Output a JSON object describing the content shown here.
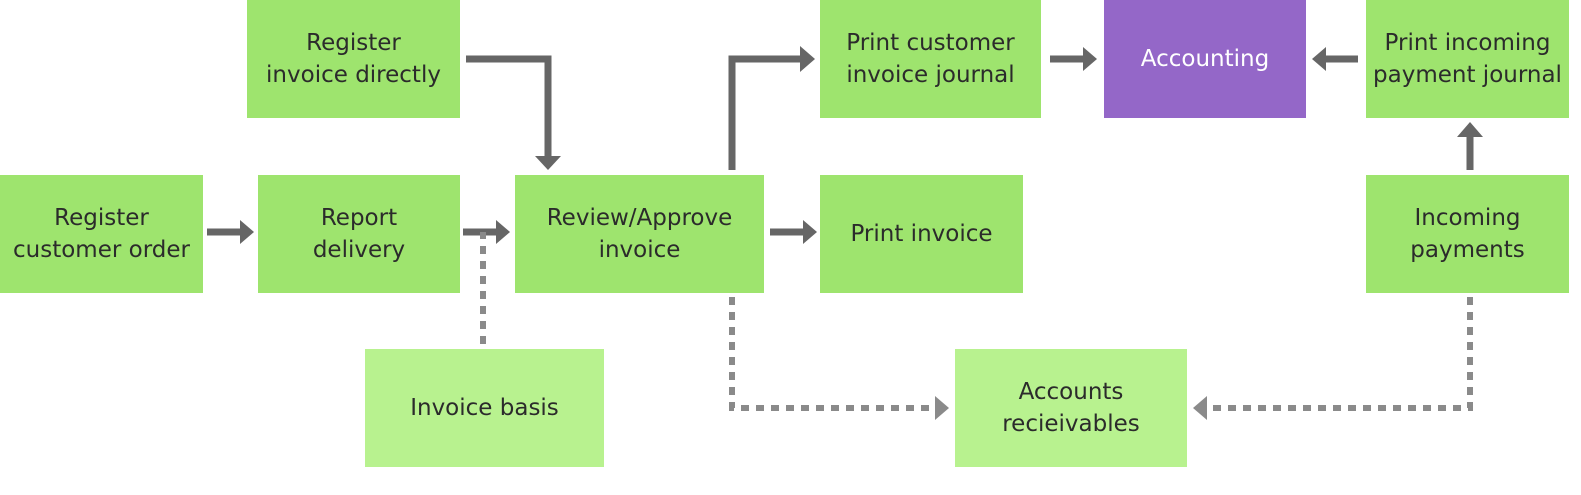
{
  "nodes": {
    "register_invoice_directly": {
      "line1": "Register",
      "line2": "invoice directly"
    },
    "register_customer_order": {
      "line1": "Register",
      "line2": "customer order"
    },
    "report_delivery": {
      "line1": "Report",
      "line2": "delivery"
    },
    "review_approve_invoice": {
      "line1": "Review/Approve",
      "line2": "invoice"
    },
    "print_customer_invoice_journal": {
      "line1": "Print customer",
      "line2": "invoice journal"
    },
    "accounting": {
      "label": "Accounting"
    },
    "print_incoming_payment_journal": {
      "line1": "Print incoming",
      "line2": "payment journal"
    },
    "print_invoice": {
      "label": "Print invoice"
    },
    "incoming_payments": {
      "line1": "Incoming",
      "line2": "payments"
    },
    "invoice_basis": {
      "label": "Invoice basis"
    },
    "accounts_recieivables": {
      "line1": "Accounts",
      "line2": "recieivables"
    }
  },
  "colors": {
    "node_fill": "#9ee46e",
    "node_fill_light": "#b8f28f",
    "accounting_fill": "#9467c8",
    "solid_arrow": "#666666",
    "dotted_arrow": "#8a8a8a"
  }
}
